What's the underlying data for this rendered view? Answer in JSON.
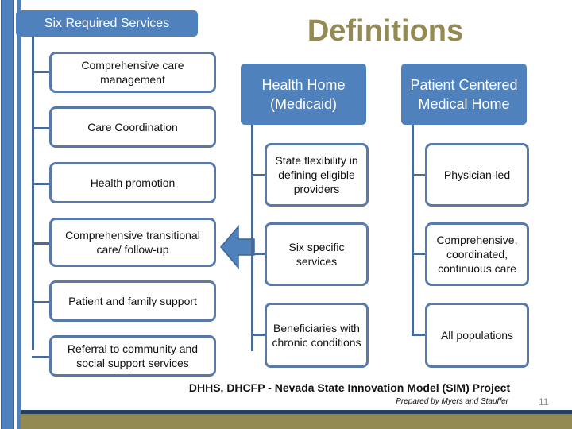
{
  "title": "Definitions",
  "left_column": {
    "header": "Six Required Services",
    "items": [
      "Comprehensive care management",
      "Care Coordination",
      "Health promotion",
      "Comprehensive transitional care/ follow-up",
      "Patient and family support",
      "Referral to community and social support services"
    ]
  },
  "health_home": {
    "header": "Health Home (Medicaid)",
    "items": [
      "State flexibility in defining eligible providers",
      "Six specific services",
      "Beneficiaries with chronic conditions"
    ]
  },
  "pcmh": {
    "header": "Patient Centered Medical Home",
    "items": [
      "Physician-led",
      "Comprehensive, coordinated, continuous care",
      "All populations"
    ]
  },
  "footer": {
    "project": "DHHS, DHCFP - Nevada State Innovation Model (SIM) Project",
    "prepared_by": "Prepared by Myers and Stauffer",
    "page_number": "11"
  },
  "colors": {
    "accent_blue": "#4f81bd",
    "box_border": "#5979a8",
    "title_olive": "#948a54",
    "footer_navy": "#243f60",
    "footer_olive": "#938953"
  }
}
